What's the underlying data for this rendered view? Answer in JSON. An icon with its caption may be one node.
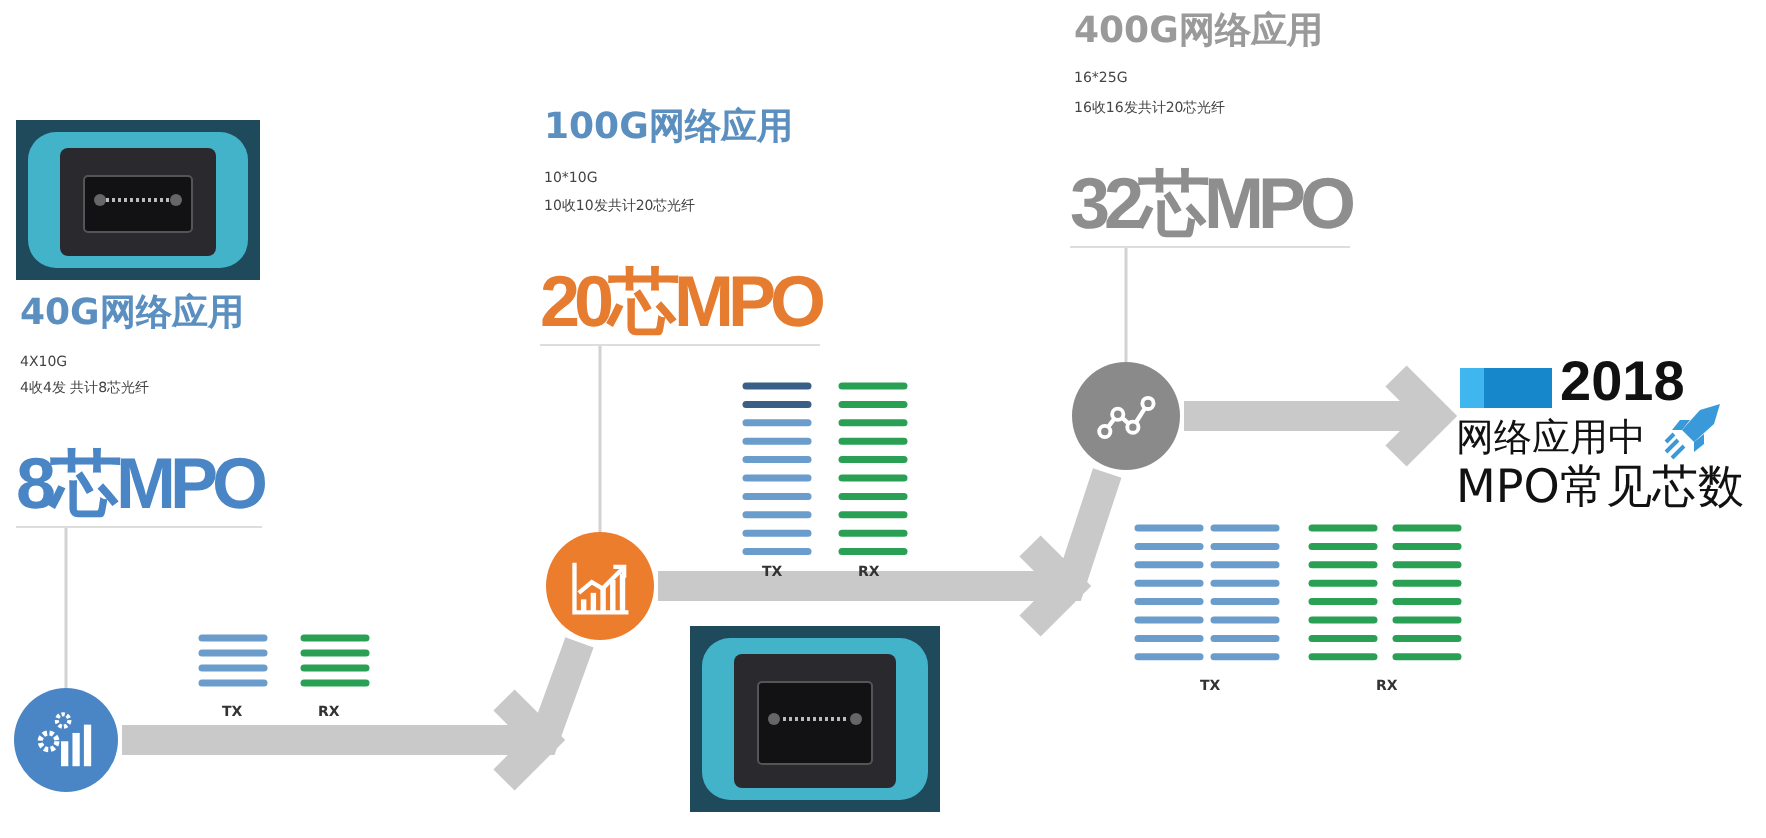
{
  "diagram": {
    "nodes": [
      {
        "text": [
          "8芯MPO"
        ]
      },
      {
        "text": [],
        "shape": "circle"
      },
      {
        "text": [
          "20芯MPO"
        ]
      },
      {
        "text": [],
        "shape": "circle"
      },
      {
        "text": [
          "32芯MPO"
        ]
      },
      {
        "text": [],
        "shape": "circle"
      },
      {
        "text": [
          "2018",
          "网络应用中",
          "MPO常见芯数"
        ]
      }
    ],
    "edges": [
      {
        "from": 0,
        "to": 1,
        "arrow": "none"
      },
      {
        "from": 1,
        "to": 3,
        "arrow": "to",
        "style": "thick"
      },
      {
        "from": 2,
        "to": 3,
        "arrow": "none"
      },
      {
        "from": 3,
        "to": 5,
        "arrow": "to",
        "style": "thick"
      },
      {
        "from": 4,
        "to": 5,
        "arrow": "none"
      },
      {
        "from": 5,
        "to": 6,
        "arrow": "to",
        "style": "thick"
      }
    ],
    "labels": [
      "40G网络应用",
      "4X10G",
      "4收4发 共计8芯光纤",
      "TX",
      "RX",
      "100G网络应用",
      "10*10G",
      "10收10发共计20芯光纤",
      "TX",
      "RX",
      "400G网络应用",
      "16*25G",
      "16收16发共计20芯光纤",
      "TX",
      "RX"
    ]
  }
}
